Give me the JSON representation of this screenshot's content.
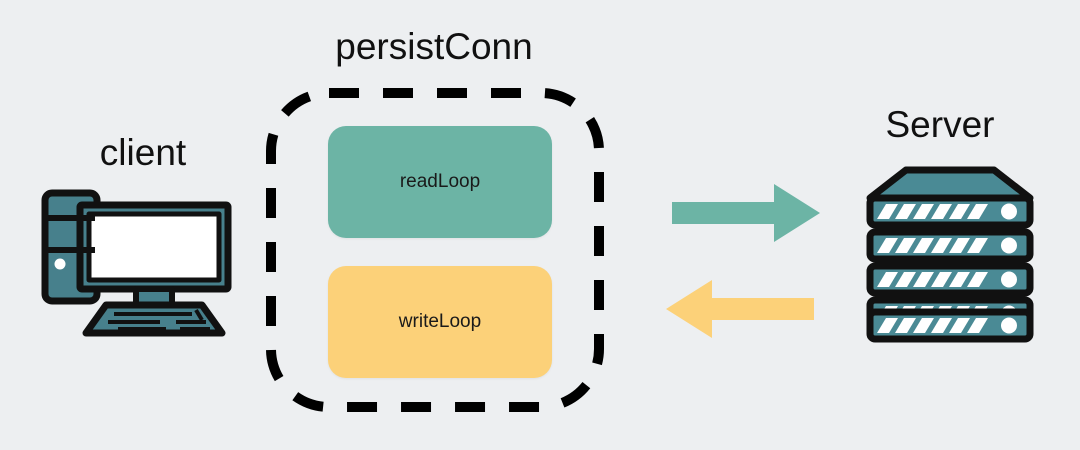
{
  "diagram": {
    "title_label": "persistConn",
    "background_color": "#EDEFF1",
    "nodes": {
      "client": {
        "label": "client",
        "icon": "desktop-computer-icon",
        "color": "#47808C"
      },
      "server": {
        "label": "Server",
        "icon": "server-rack-icon",
        "color": "#4A8A95",
        "rack_units": 5
      },
      "read_loop": {
        "label": "readLoop",
        "color": "#6CB4A5"
      },
      "write_loop": {
        "label": "writeLoop",
        "color": "#FCD179"
      }
    },
    "container": {
      "label": "persistConn",
      "border_style": "dashed",
      "border_color": "#000000"
    },
    "arrows": [
      {
        "name": "request-arrow",
        "direction": "right",
        "from": "persistConn",
        "to": "Server",
        "color": "#6CB4A5"
      },
      {
        "name": "response-arrow",
        "direction": "left",
        "from": "Server",
        "to": "persistConn",
        "color": "#FCD179"
      }
    ]
  }
}
